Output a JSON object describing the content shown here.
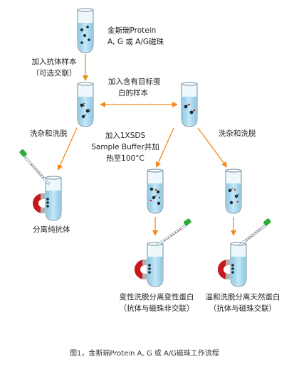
{
  "labels": {
    "beads_line1": "金斯瑞Protein",
    "beads_line2": "A, G 或 A/G磁珠",
    "add_antibody_line1": "加入抗体样本",
    "add_antibody_line2": "（可选交联）",
    "add_protein_line1": "加入含有目标蛋",
    "add_protein_line2": "白的样本",
    "wash_left": "洗杂和洗脱",
    "wash_right": "洗杂和洗脱",
    "sds_line1": "加入1XSDS",
    "sds_line2": "Sample Buffer并加",
    "sds_line3": "热至100°C",
    "purified_antibody": "分离纯抗体",
    "denature_line1": "变性洗脱分离变性蛋白",
    "denature_line2": "（抗体与磁珠非交联）",
    "native_line1": "温和洗脱分离天然蛋白",
    "native_line2": "（抗体与磁珠交联）"
  },
  "caption": "图1，金斯瑞Protein A, G 或 A/G磁珠工作流程",
  "colors": {
    "arrow": "#f08a1c",
    "tube_liquid": "#a8d8ee",
    "tube_glass": "#eef8fc",
    "tube_outline": "#6f8fa0",
    "magnet_red": "#c8181e",
    "magnet_tip": "#b0b0b0",
    "pipette_green": "#2faa3a",
    "bead_dark": "#1a2a30",
    "protein_red": "#d0282a"
  }
}
